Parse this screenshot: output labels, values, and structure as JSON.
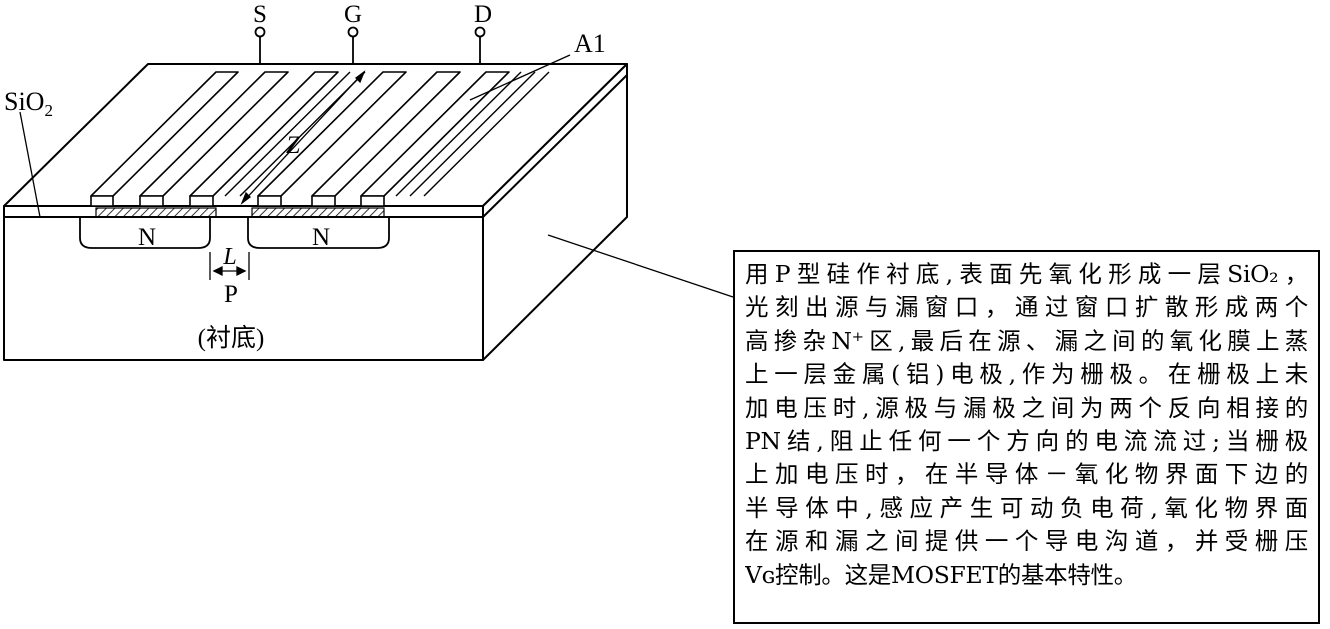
{
  "labels": {
    "sio2": "SiO",
    "sio2_sub": "2",
    "source": "S",
    "gate": "G",
    "drain": "D",
    "aluminum": "A1",
    "width": "Z",
    "n_left": "N",
    "n_right": "N",
    "length": "L",
    "p_type": "P",
    "substrate": "(衬底)"
  },
  "description": [
    "用P型硅作衬底,表面先氧化形成一层SiO₂，",
    "光刻出源与漏窗口，通过窗口扩散形成两个",
    "高掺杂N⁺区,最后在源、漏之间的氧化膜上蒸",
    "上一层金属(铝)电极,作为栅极。在栅极上未",
    "加电压时,源极与漏极之间为两个反向相接的",
    "PN结,阻止任何一个方向的电流流过;当栅极",
    "上加电压时，在半导体－氧化物界面下边的",
    "半导体中,感应产生可动负电荷,氧化物界面",
    "在源和漏之间提供一个导电沟道，并受栅压",
    "Vɢ控制。这是MOSFET的基本特性。"
  ]
}
